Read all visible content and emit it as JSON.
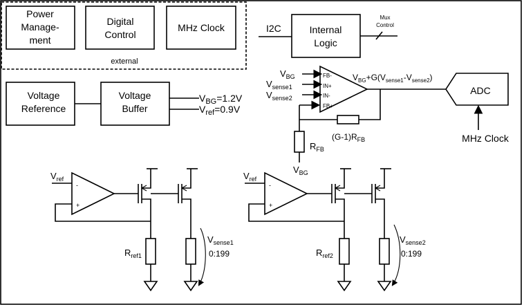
{
  "blocks": {
    "power_management": [
      "Power",
      "Manage-",
      "ment"
    ],
    "digital_control": [
      "Digital",
      "Control"
    ],
    "mhz_clock": "MHz Clock",
    "external": "external",
    "i2c": "I2C",
    "internal_logic": [
      "Internal",
      "Logic"
    ],
    "mux_control": [
      "Mux",
      "Control"
    ],
    "voltage_reference": [
      "Voltage",
      "Reference"
    ],
    "voltage_buffer": [
      "Voltage",
      "Buffer"
    ],
    "adc": "ADC",
    "adc_clock_label": "MHz Clock"
  },
  "outputs": {
    "vbg": {
      "main": "V",
      "sub": "BG",
      "rest": "=1.2V"
    },
    "vref": {
      "main": "V",
      "sub": "ref",
      "rest": "=0.9V"
    }
  },
  "amplifier": {
    "inputs": [
      {
        "main": "V",
        "sub": "BG"
      },
      {
        "main": "V",
        "sub": "sense1"
      },
      {
        "main": "V",
        "sub": "sense2"
      }
    ],
    "pins": [
      "FB-",
      "IN+",
      "IN-",
      "FB+"
    ],
    "output": {
      "a": "V",
      "a_sub": "BG",
      "b": "+G(V",
      "b_sub": "sense1",
      "c": "-V",
      "c_sub": "sense2",
      "d": ")"
    },
    "rfb_series": {
      "prefix": "(G-1)R",
      "sub": "FB"
    },
    "rfb": {
      "main": "R",
      "sub": "FB"
    },
    "vbg_bottom": {
      "main": "V",
      "sub": "BG"
    }
  },
  "channels": [
    {
      "vref": {
        "main": "V",
        "sub": "ref"
      },
      "rref": {
        "main": "R",
        "sub": "ref1"
      },
      "vsense": {
        "main": "V",
        "sub": "sense1"
      },
      "ratio": "0:199",
      "opamp_minus": "-",
      "opamp_plus": "+"
    },
    {
      "vref": {
        "main": "V",
        "sub": "ref"
      },
      "rref": {
        "main": "R",
        "sub": "ref2"
      },
      "vsense": {
        "main": "V",
        "sub": "sense2"
      },
      "ratio": "0:199",
      "opamp_minus": "-",
      "opamp_plus": "+"
    }
  ]
}
